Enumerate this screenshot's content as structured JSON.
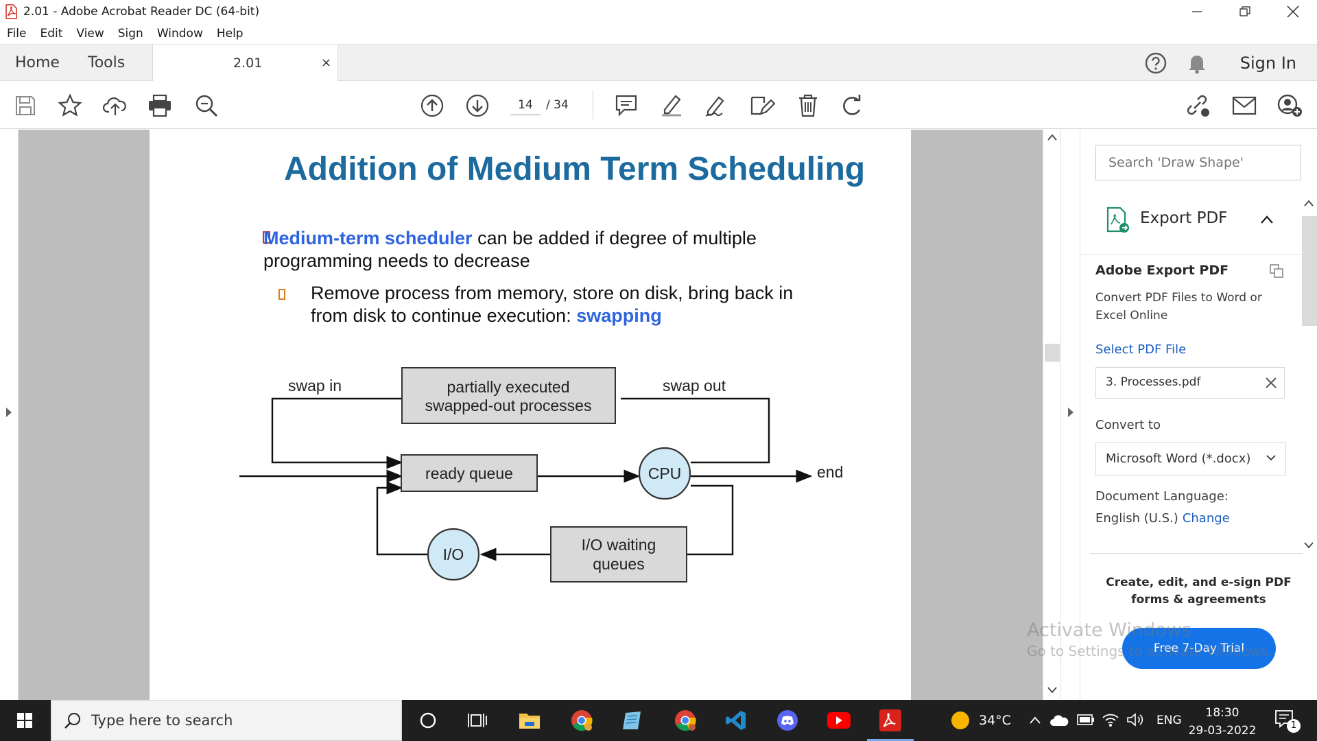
{
  "window": {
    "title": "2.01 - Adobe Acrobat Reader DC (64-bit)"
  },
  "menu": [
    "File",
    "Edit",
    "View",
    "Sign",
    "Window",
    "Help"
  ],
  "tabs": {
    "home": "Home",
    "tools": "Tools",
    "document": "2.01",
    "close": "×",
    "sign_in": "Sign In"
  },
  "toolbar": {
    "current_page": "14",
    "total_pages": "/ 34"
  },
  "slide": {
    "title": "Addition of Medium Term Scheduling",
    "bullet1_highlight": "Medium-term scheduler",
    "bullet1_rest": " can be added if degree of multiple programming needs to decrease",
    "bullet2_text": "Remove process from memory, store on disk, bring back in from disk to continue execution: ",
    "bullet2_highlight": "swapping",
    "diagram": {
      "swap_in": "swap in",
      "swap_out": "swap out",
      "partial_line1": "partially executed",
      "partial_line2": "swapped-out processes",
      "ready_queue": "ready queue",
      "cpu": "CPU",
      "end": "end",
      "io": "I/O",
      "io_wait_line1": "I/O waiting",
      "io_wait_line2": "queues"
    }
  },
  "panel": {
    "search_placeholder": "Search 'Draw Shape'",
    "export_label": "Export PDF",
    "section_title": "Adobe Export PDF",
    "section_desc": "Convert PDF Files to Word or Excel Online",
    "select_link": "Select PDF File",
    "file_value": "3. Processes.pdf",
    "convert_label": "Convert to",
    "format_value": "Microsoft Word (*.docx)",
    "doclang_label": "Document Language:",
    "doclang_value": "English (U.S.)",
    "doclang_change": "Change",
    "promo_line1": "Create, edit, and e-sign PDF",
    "promo_line2": "forms & agreements",
    "trial_button": "Free 7-Day Trial"
  },
  "watermark": {
    "line1": "Activate Windows",
    "line2": "Go to Settings to activate Windows."
  },
  "taskbar": {
    "search_text": "Type here to search",
    "temperature": "34°C",
    "language": "ENG",
    "time": "18:30",
    "date": "29-03-2022",
    "notification_count": "1"
  },
  "colors": {
    "title_blue": "#1c6a9e",
    "highlight_blue": "#2e64e0",
    "link_blue": "#1a5ec2",
    "trial_blue": "#1473e6",
    "node_fill": "#cfe9f7",
    "box_fill": "#d9d9d9"
  }
}
